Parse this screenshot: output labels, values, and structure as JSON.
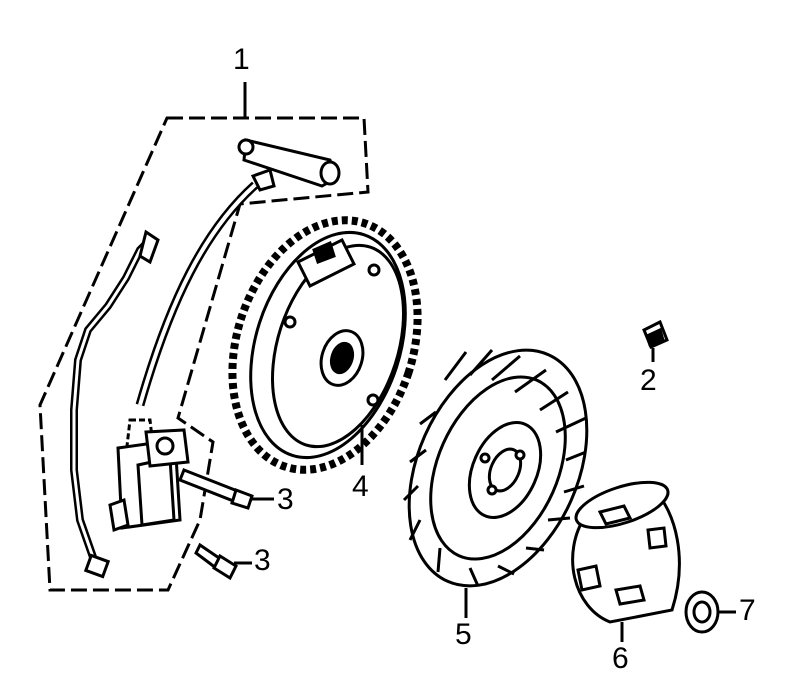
{
  "diagram": {
    "callouts": {
      "ignition_coil_assembly": "1",
      "spark_plug_cap": "2",
      "coil_bolt_upper": "3",
      "coil_bolt_lower": "3",
      "flywheel": "4",
      "cooling_fan": "5",
      "starter_cup": "6",
      "flywheel_nut": "7"
    },
    "colors": {
      "ink": "#000000",
      "paper": "#ffffff"
    }
  }
}
